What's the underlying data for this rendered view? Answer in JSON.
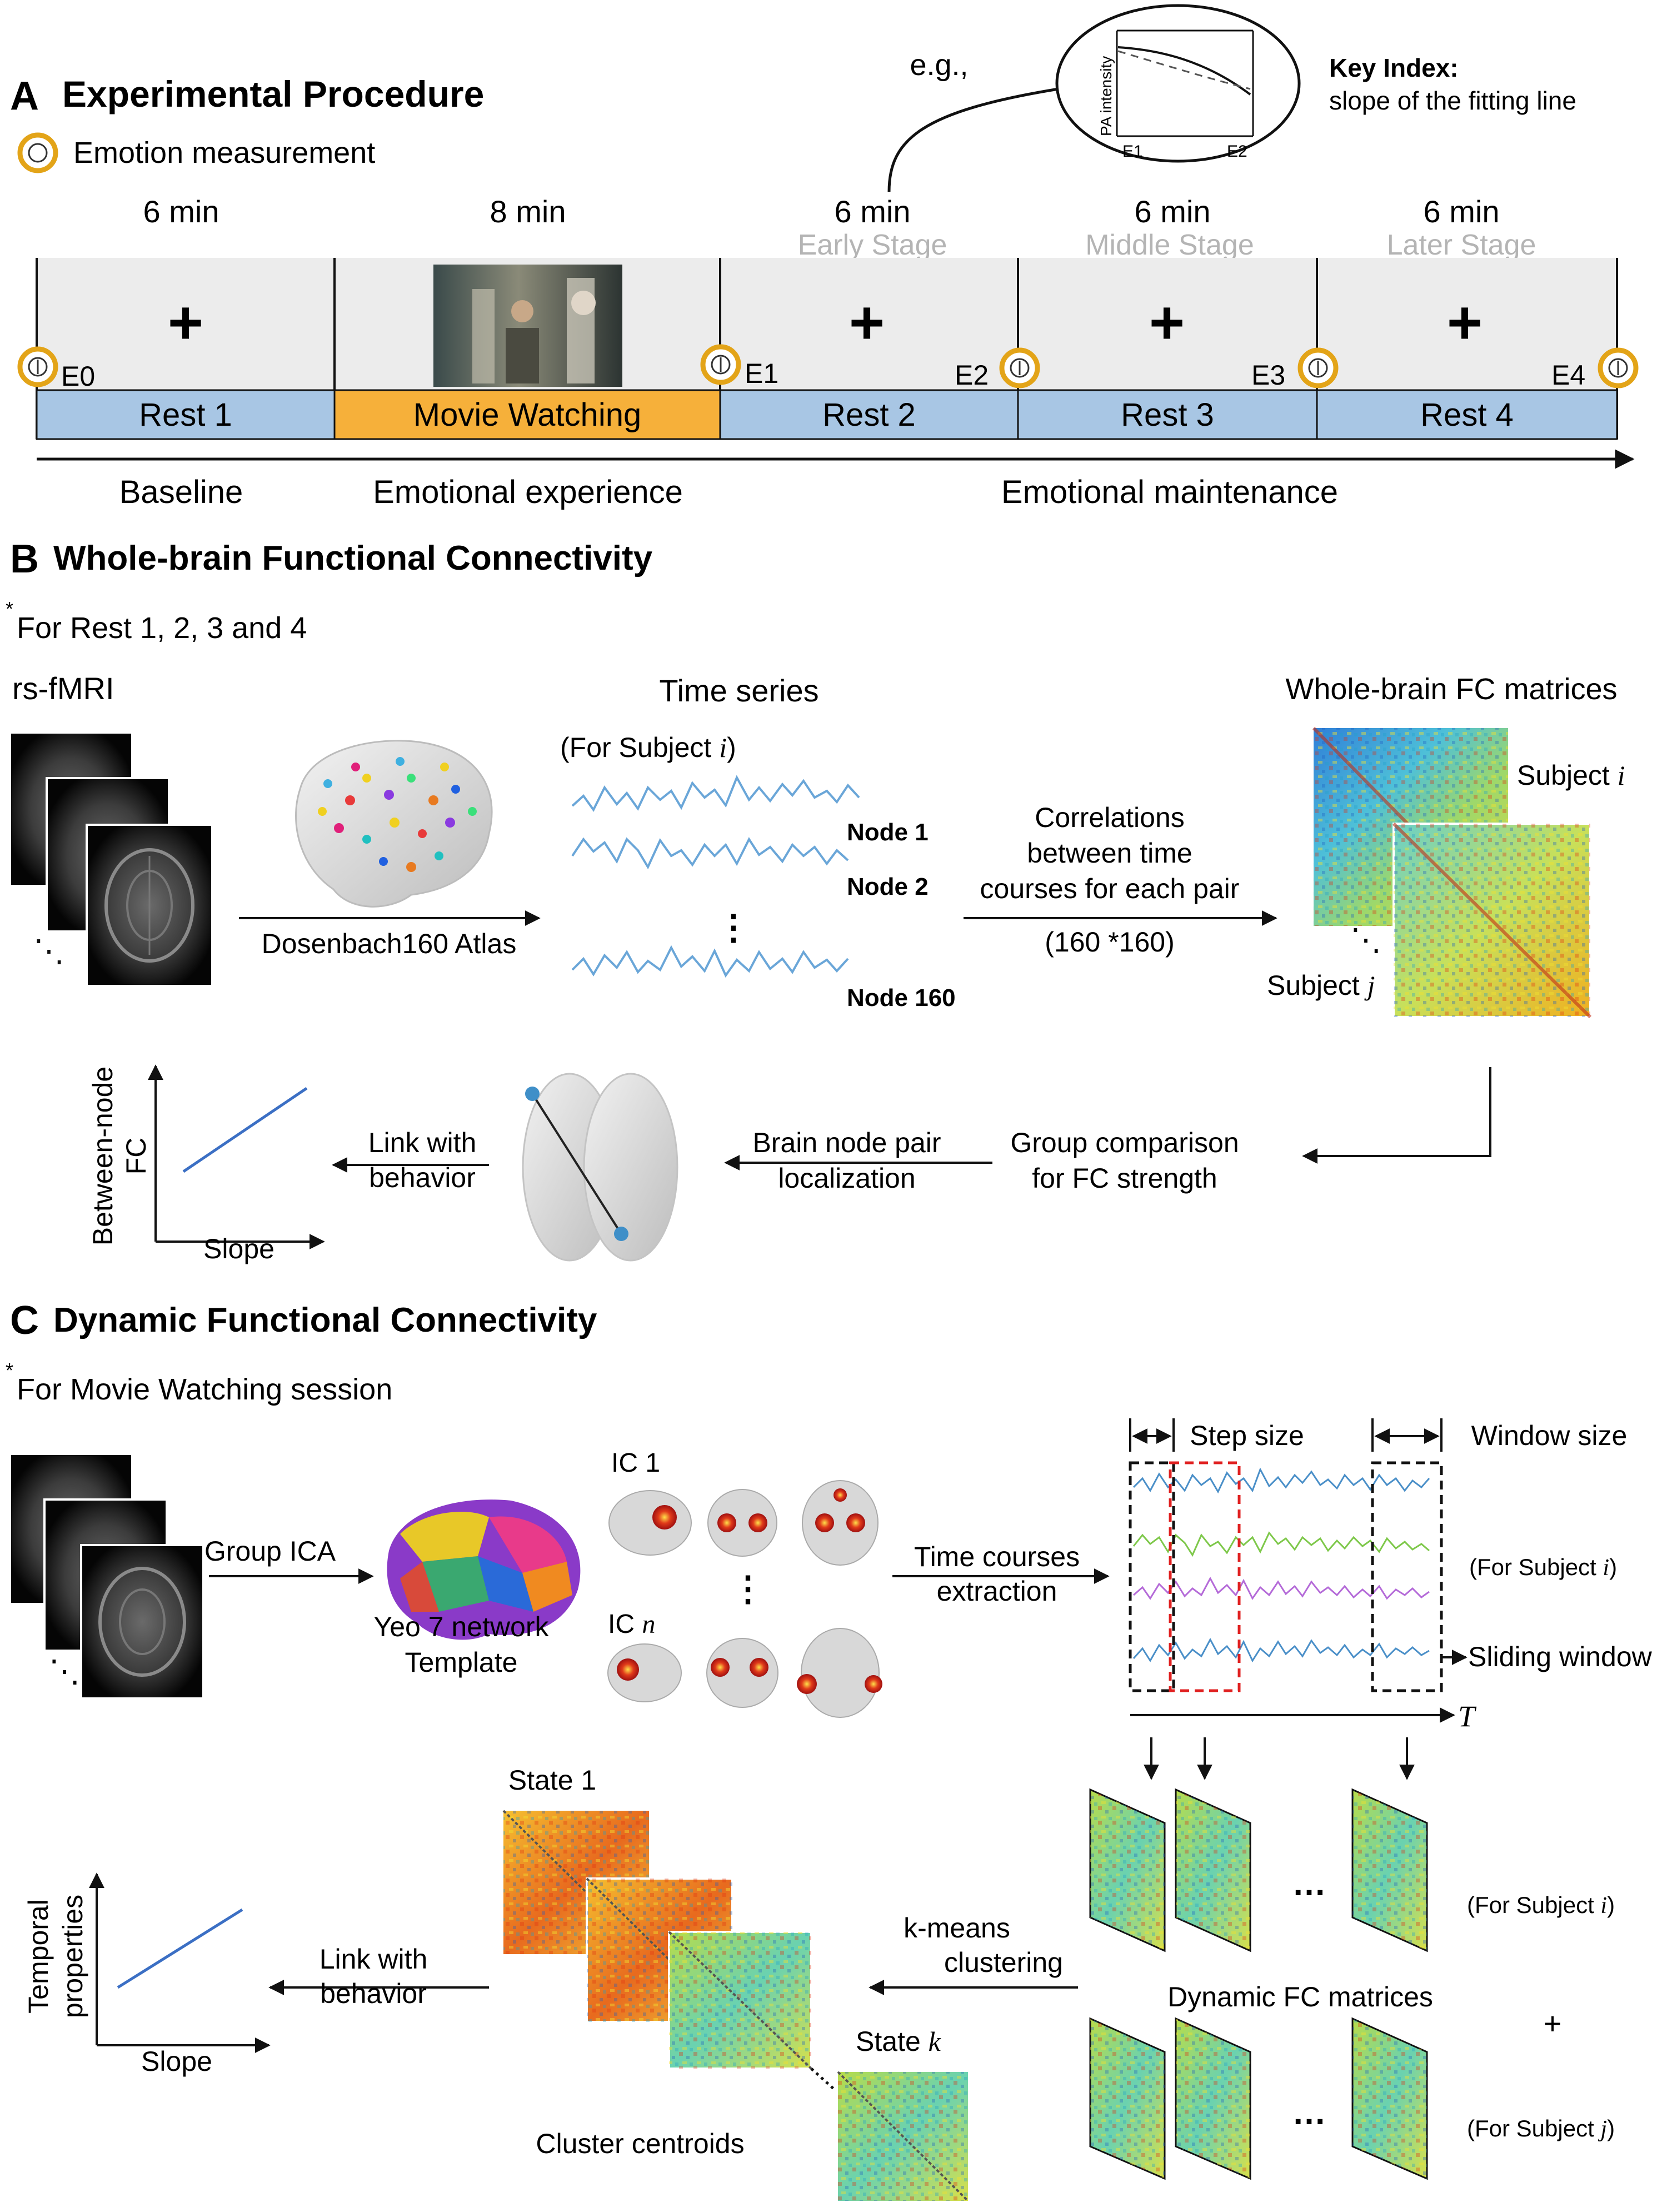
{
  "panelA": {
    "letter": "A",
    "title": "Experimental Procedure",
    "legend": "Emotion measurement",
    "durations": [
      "6 min",
      "8 min",
      "6 min",
      "6 min",
      "6 min"
    ],
    "stages": [
      "Early Stage",
      "Middle Stage",
      "Later Stage"
    ],
    "eg": "e.g.,",
    "inset": {
      "ylabel": "PA intensity",
      "x1": "E1",
      "x2": "E2"
    },
    "key_index_title": "Key Index:",
    "key_index_text": "slope of the fitting line",
    "cross": "+",
    "measures": [
      "E0",
      "E1",
      "E2",
      "E3",
      "E4"
    ],
    "sessions": [
      "Rest 1",
      "Movie Watching",
      "Rest 2",
      "Rest 3",
      "Rest 4"
    ],
    "phases": [
      "Baseline",
      "Emotional experience",
      "Emotional maintenance"
    ]
  },
  "panelB": {
    "letter": "B",
    "title": "Whole-brain Functional Connectivity",
    "note_star": "*",
    "note": "For Rest 1, 2, 3 and 4",
    "rsfmri": "rs-fMRI",
    "time_series": "Time series",
    "for_subject": "(For Subject ",
    "subj_i": "i",
    "close_paren": ")",
    "atlas": "Dosenbach160 Atlas",
    "nodes": [
      "Node 1",
      "Node 2",
      "Node 160"
    ],
    "vdots": "⋮",
    "corr": [
      "Correlations",
      "between time",
      "courses for each pair"
    ],
    "corr_dims": "(160 *160)",
    "fc_title": "Whole-brain FC matrices",
    "subject_word": "Subject ",
    "subj_j": "j",
    "dots": "⋱",
    "group_cmp": [
      "Group comparison",
      "for FC strength"
    ],
    "localization": [
      "Brain node pair",
      "localization"
    ],
    "link": [
      "Link with",
      "behavior"
    ],
    "plot_ylabel": [
      "Between-node",
      "FC"
    ],
    "plot_xlabel": "Slope"
  },
  "panelC": {
    "letter": "C",
    "title": "Dynamic Functional Connectivity",
    "note_star": "*",
    "note": "For Movie Watching session",
    "group_ica": "Group ICA",
    "template": [
      "Yeo 7 network",
      "Template"
    ],
    "ic1": "IC 1",
    "icn": "IC ",
    "n": "n",
    "vdots": "⋮",
    "tc_extract": [
      "Time courses",
      "extraction"
    ],
    "step_size": "Step size",
    "window_size": "Window size",
    "for_subject_i": "(For Subject ",
    "i": "i",
    "close_paren": ")",
    "sliding": "Sliding window",
    "T": "T",
    "state1": "State 1",
    "statek": "State ",
    "k": "k",
    "centroids": "Cluster centroids",
    "kmeans": [
      "k-means",
      "clustering"
    ],
    "dyn_fc": "Dynamic FC matrices",
    "ellipsis": "…",
    "plus": "+",
    "j": "j",
    "link": [
      "Link with",
      "behavior"
    ],
    "plot_ylabel": [
      "Temporal",
      "properties"
    ],
    "plot_xlabel": "Slope"
  },
  "colors": {
    "rest": "#a8c6e4",
    "movie": "#f6b03a",
    "box_bg": "#ececec",
    "line_blue": "#3b6fc4",
    "ts_blue": "#6aa6d8",
    "ts_green": "#7ec84a",
    "ts_purple": "#b46ad8"
  }
}
